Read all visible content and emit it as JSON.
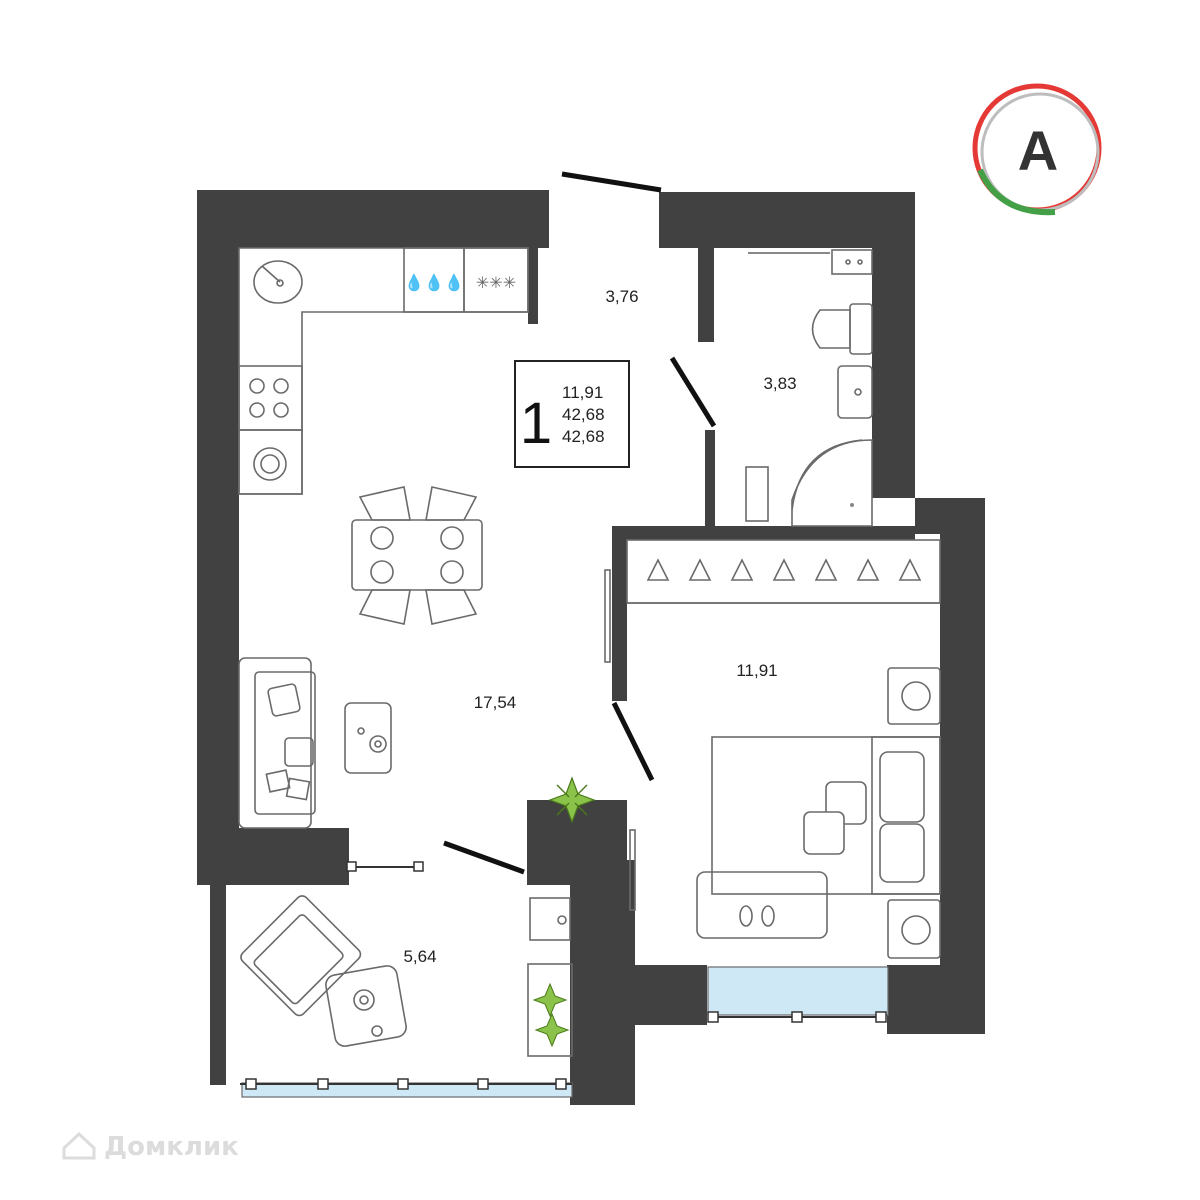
{
  "logo": {
    "letter": "A",
    "colors": {
      "red": "#e53935",
      "green": "#43a047",
      "gray": "#bdbdbd"
    }
  },
  "badge": {
    "rooms": "1",
    "living_area": "11,91",
    "total_area": "42,68",
    "total_area_2": "42,68"
  },
  "rooms": {
    "hall": "3,76",
    "bathroom": "3,83",
    "kitchen_living": "17,54",
    "bedroom": "11,91",
    "balcony": "5,64"
  },
  "watermark": {
    "text": "Домклик",
    "icon": "house-icon"
  },
  "colors": {
    "wall": "#414141",
    "glass": "#cfe8f6",
    "plant": "#8bc34a"
  }
}
